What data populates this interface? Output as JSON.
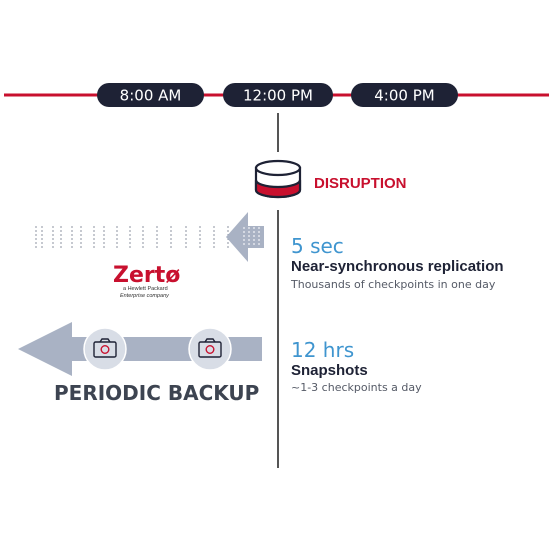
{
  "timeline": {
    "times": [
      "8:00 AM",
      "12:00 PM",
      "4:00 PM"
    ]
  },
  "disruption": {
    "label": "DISRUPTION"
  },
  "replication": {
    "value": "5 sec",
    "title": "Near-synchronous replication",
    "subtitle": "Thousands of checkpoints in one day"
  },
  "zerto": {
    "logo_text": "Zertø",
    "tagline_1": "a Hewlett Packard",
    "tagline_2": "Enterprise company"
  },
  "snapshots": {
    "value": "12 hrs",
    "title": "Snapshots",
    "subtitle": "~1-3 checkpoints a day"
  },
  "backup": {
    "label": "PERIODIC BACKUP"
  },
  "colors": {
    "accent_red": "#c8102e",
    "navy": "#1e2235",
    "blue": "#3f95cf",
    "arrow_gray": "#a9b2c4"
  }
}
